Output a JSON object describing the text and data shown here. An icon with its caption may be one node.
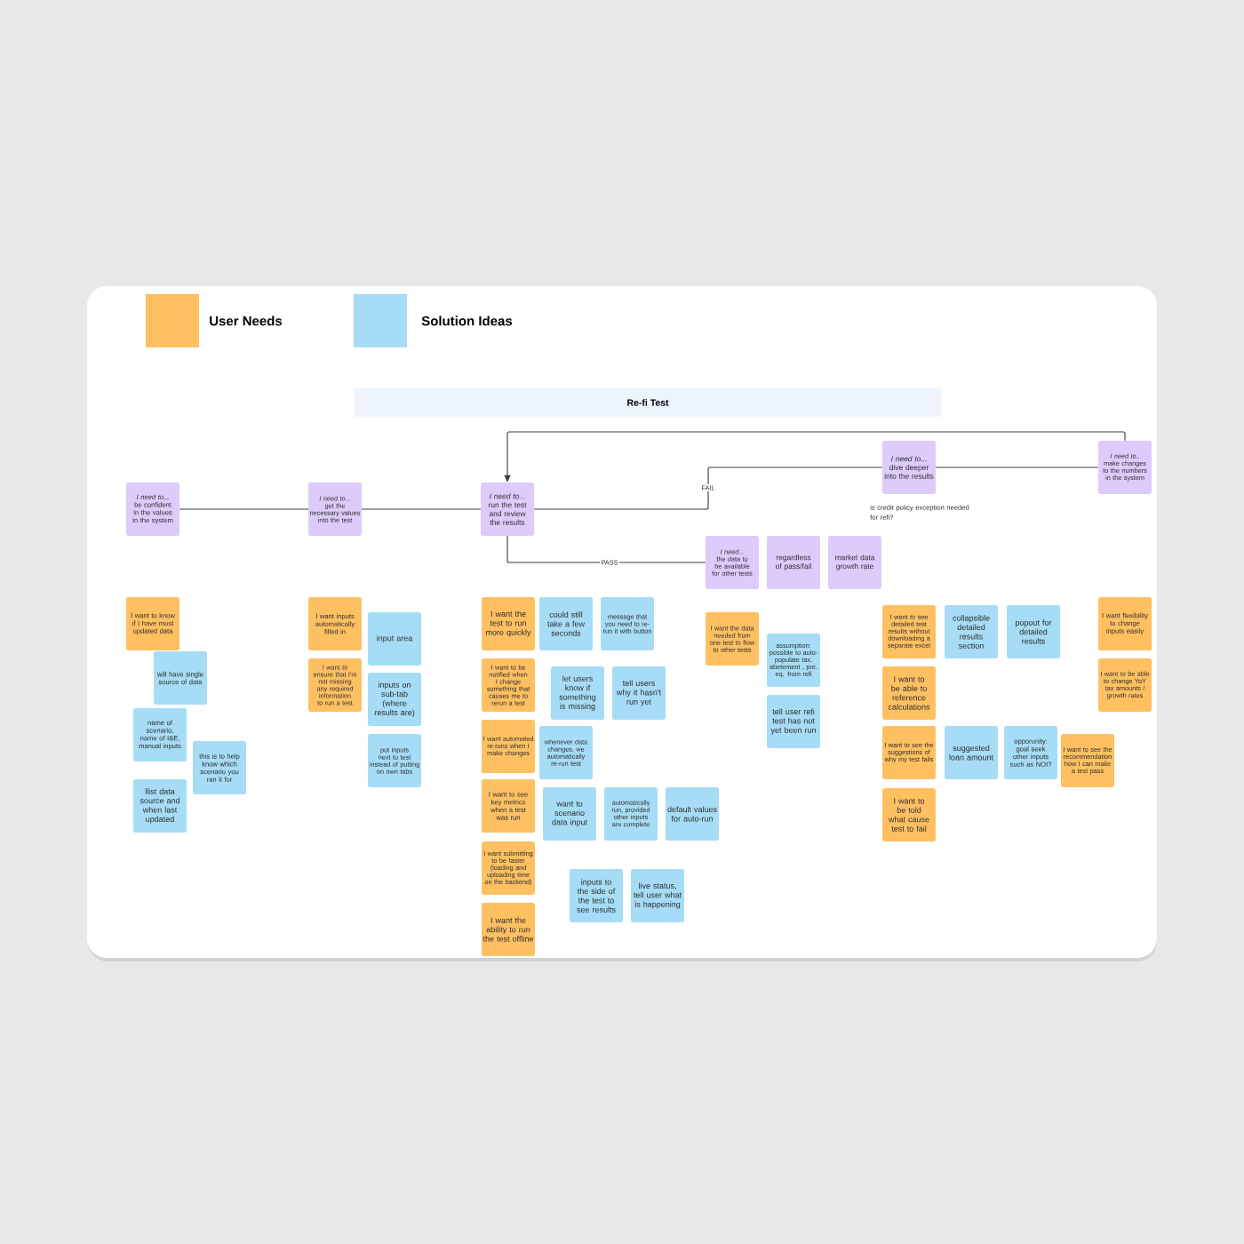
{
  "diagram": {
    "title": "Re-fi Test",
    "nodes": [
      {
        "text": [
          "I need to...",
          "be confident in the values in the system"
        ]
      },
      {
        "text": [
          "I need to...",
          "get the necessary values into the test"
        ]
      },
      {
        "text": [
          "I need to...",
          "run the test and review the results"
        ]
      },
      {
        "text": [
          "I need to...",
          "dive deeper into the results"
        ]
      },
      {
        "text": [
          "I need to..",
          "make changes to the numbers in the system"
        ]
      },
      {
        "text": [
          "I need...",
          "the data to be available for other tests"
        ]
      },
      {
        "text": [
          "regardless of pass/fail"
        ]
      },
      {
        "text": [
          "market data growth rate"
        ]
      },
      {
        "text": [
          "I want to know if I have most updated data"
        ]
      },
      {
        "text": [
          "will have single source of data"
        ]
      },
      {
        "text": [
          "name of scenario, name of I&E, manual inputs"
        ]
      },
      {
        "text": [
          "this is to help know which scenario you ran it for"
        ]
      },
      {
        "text": [
          "llist data source and when last updated"
        ]
      },
      {
        "text": [
          "I want inputs automatically filled in"
        ]
      },
      {
        "text": [
          "I want to ensure that I'm not missing any required information to run a test"
        ]
      },
      {
        "text": [
          "input area"
        ]
      },
      {
        "text": [
          "inputs on sub-tab (where results are)"
        ]
      },
      {
        "text": [
          "put inputs next to test instead of putting on own tabs"
        ]
      },
      {
        "text": [
          "I want the test to run more quickly"
        ]
      },
      {
        "text": [
          "could still take a few seconds"
        ]
      },
      {
        "text": [
          "message that you need to re-run it with button"
        ]
      },
      {
        "text": [
          "I want to be notified when I change something that causes me to rerun a test"
        ]
      },
      {
        "text": [
          "let users know if something is missing"
        ]
      },
      {
        "text": [
          "tell users why it hasn't run yet"
        ]
      },
      {
        "text": [
          "I want automated re-runs when I make changes"
        ]
      },
      {
        "text": [
          "whenever data changes, we automatically re-run test"
        ]
      },
      {
        "text": [
          "I want to see key metrics when a test was run"
        ]
      },
      {
        "text": [
          "want to scenario data input"
        ]
      },
      {
        "text": [
          "automatically run, provided other inputs are complete"
        ]
      },
      {
        "text": [
          "default values for auto-run"
        ]
      },
      {
        "text": [
          "I want submitting to be faster (loading and uploading time on the backend)"
        ]
      },
      {
        "text": [
          "inputs to the side of the test to see results"
        ]
      },
      {
        "text": [
          "live status, tell user what is happening"
        ]
      },
      {
        "text": [
          "I want the ability to run the test offline"
        ]
      },
      {
        "text": [
          "I want the data needed from one test to flow to other tests"
        ]
      },
      {
        "text": [
          "assumption: possible to auto-populate tax. abetement , pre. eq. from refi"
        ]
      },
      {
        "text": [
          "tell user refi test has not yet been run"
        ]
      },
      {
        "text": [
          "I want to see detailed test results without downloading a separate excel"
        ]
      },
      {
        "text": [
          "collapsible detailed results section"
        ]
      },
      {
        "text": [
          "popout for detailed results"
        ]
      },
      {
        "text": [
          "I want to be able to reference calculations"
        ]
      },
      {
        "text": [
          "I want to see the suggestions of why my test fails"
        ]
      },
      {
        "text": [
          "suggested loan amount"
        ]
      },
      {
        "text": [
          "opporunity: goal seek other inputs such as NOI?"
        ]
      },
      {
        "text": [
          "I want to see the recommendation how I can make a test pass"
        ]
      },
      {
        "text": [
          "I want to be told what cause test to fail"
        ]
      },
      {
        "text": [
          "I want flexibility to change inputs easily"
        ]
      },
      {
        "text": [
          "I want to be able to change YoY tax amounts / growth rates"
        ]
      }
    ],
    "edges": [
      {
        "from": 0,
        "to": 1,
        "arrow": "none"
      },
      {
        "from": 1,
        "to": 2,
        "arrow": "none"
      },
      {
        "from": 2,
        "to": 3,
        "arrow": "none",
        "label": "FAIL"
      },
      {
        "from": 2,
        "to": 5,
        "arrow": "none",
        "label": "PASS"
      },
      {
        "from": 3,
        "to": 4,
        "arrow": "none"
      },
      {
        "from": 4,
        "to": 2,
        "arrow": "to"
      }
    ],
    "labels": [
      "is credit policy exception needed for refi?"
    ],
    "legend": [
      {
        "text": "User Needs",
        "color": "#ffc062"
      },
      {
        "text": "Solution Ideas",
        "color": "#a6dcf6"
      }
    ]
  }
}
